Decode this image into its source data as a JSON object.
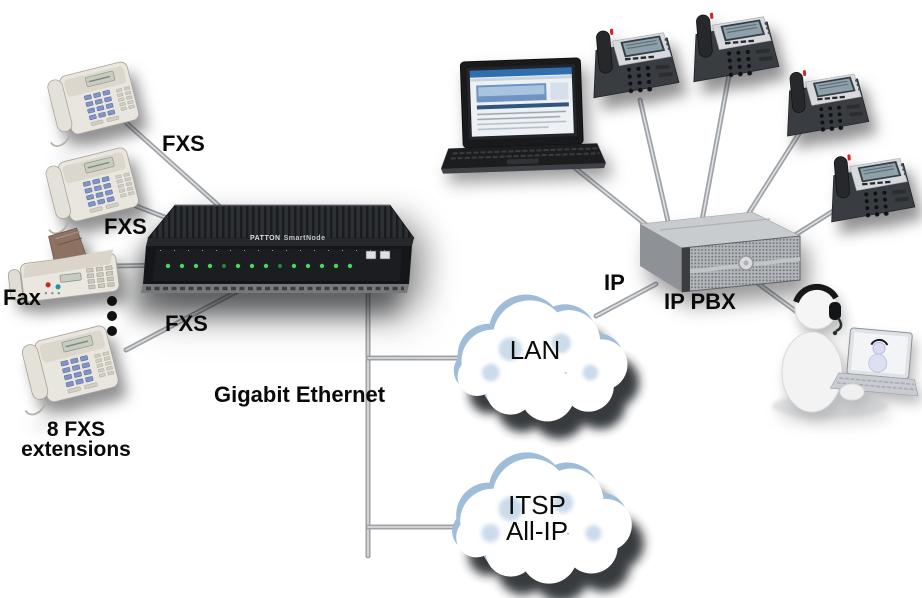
{
  "labels": {
    "fxs": [
      "FXS",
      "FXS",
      "FXS"
    ],
    "fax": "Fax",
    "extensions_line1": "8 FXS",
    "extensions_line2": "extensions",
    "gigabit_ethernet": "Gigabit Ethernet",
    "lan": "LAN",
    "ip": "IP",
    "ip_pbx": "IP PBX",
    "itsp_line1": "ITSP",
    "itsp_line2": "All-IP"
  },
  "gateway": {
    "brand": "PATTON",
    "model": "SmartNode"
  },
  "nodes": {
    "analog_phones": 3,
    "fax_machines": 1,
    "ip_phones": 4,
    "laptops": 1,
    "ip_pbx_servers": 1,
    "headset_agents": 1,
    "clouds": [
      "LAN",
      "ITSP All-IP"
    ]
  },
  "colors": {
    "background": "#ffffff",
    "label_text": "#0a0a0a",
    "cable": "#9fa3a7",
    "cable_highlight": "#e0e2e4",
    "cloud_fill": "#ffffff",
    "cloud_tint": "#9fbcd8",
    "cloud_shadow": "#20252b",
    "gateway_body": "#141619",
    "led_green": "#46d85c",
    "handset_red_led": "#d42424"
  }
}
